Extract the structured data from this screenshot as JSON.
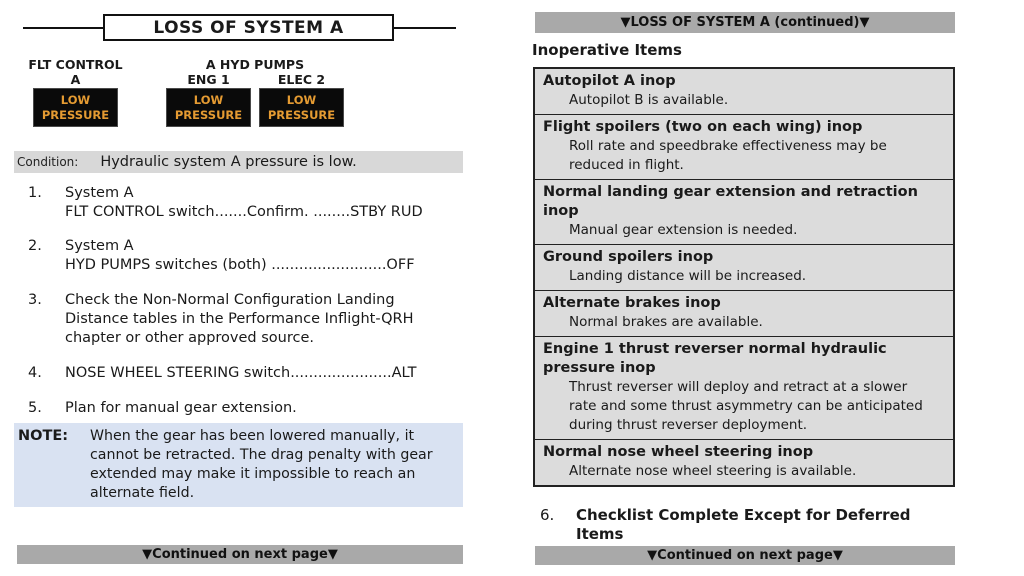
{
  "left": {
    "title": "LOSS OF SYSTEM A",
    "annunciators": {
      "flt_control_label": "FLT CONTROL",
      "flt_control_sub": "A",
      "hyd_pumps_label": "A HYD PUMPS",
      "eng1_label": "ENG 1",
      "elec2_label": "ELEC 2",
      "flt_light": "LOW PRESSURE",
      "eng1_light": "LOW PRESSURE",
      "elec2_light": "LOW PRESSURE"
    },
    "condition_label": "Condition:",
    "condition_text": "Hydraulic system A pressure is low.",
    "steps": [
      {
        "num": "1.",
        "lines": [
          "System A",
          "FLT CONTROL switch.......Confirm. ........STBY RUD"
        ]
      },
      {
        "num": "2.",
        "lines": [
          "System A",
          "HYD PUMPS switches (both) .........................OFF"
        ]
      },
      {
        "num": "3.",
        "lines": [
          "Check the Non-Normal Configuration Landing",
          "Distance tables in the Performance Inflight-QRH",
          "chapter or other approved source."
        ]
      },
      {
        "num": "4.",
        "lines": [
          "NOSE WHEEL STEERING switch......................ALT"
        ]
      },
      {
        "num": "5.",
        "lines": [
          "Plan for manual gear extension."
        ]
      }
    ],
    "note_label": "NOTE:",
    "note_lines": [
      "When the gear has been lowered manually, it",
      "cannot be retracted. The drag penalty with gear",
      "extended may make it impossible to reach an",
      "alternate field."
    ],
    "footer": "▼Continued on next page▼"
  },
  "right": {
    "header": "▼LOSS OF SYSTEM A (continued)▼",
    "section_title": "Inoperative Items",
    "inop_items": [
      {
        "title_lines": [
          "Autopilot A inop"
        ],
        "desc_lines": [
          "Autopilot B is available."
        ]
      },
      {
        "title_lines": [
          "Flight spoilers (two on each wing) inop"
        ],
        "desc_lines": [
          "Roll rate and speedbrake effectiveness may be",
          "reduced in flight."
        ]
      },
      {
        "title_lines": [
          "Normal landing gear extension and retraction",
          "inop"
        ],
        "desc_lines": [
          "Manual gear extension is needed."
        ]
      },
      {
        "title_lines": [
          "Ground spoilers inop"
        ],
        "desc_lines": [
          "Landing distance will be increased."
        ]
      },
      {
        "title_lines": [
          "Alternate brakes inop"
        ],
        "desc_lines": [
          "Normal brakes are available."
        ]
      },
      {
        "title_lines": [
          "Engine 1 thrust reverser normal hydraulic",
          "pressure inop"
        ],
        "desc_lines": [
          "Thrust reverser will deploy and retract at a slower",
          "rate and some thrust asymmetry can be anticipated",
          "during thrust reverser deployment."
        ]
      },
      {
        "title_lines": [
          "Normal nose wheel steering inop"
        ],
        "desc_lines": [
          "Alternate nose wheel steering is available."
        ]
      }
    ],
    "step6_num": "6.",
    "step6_text": "Checklist Complete Except for Deferred Items",
    "footer": "▼Continued on next page▼"
  },
  "colors": {
    "annunciator_amber": "#e59b32",
    "annunciator_bg": "#0a0a0a",
    "bar_gray": "#a9a9a9",
    "condition_bg": "#d8d8d8",
    "cell_gray": "#dcdcdc",
    "note_blue": "#d9e2f2"
  }
}
